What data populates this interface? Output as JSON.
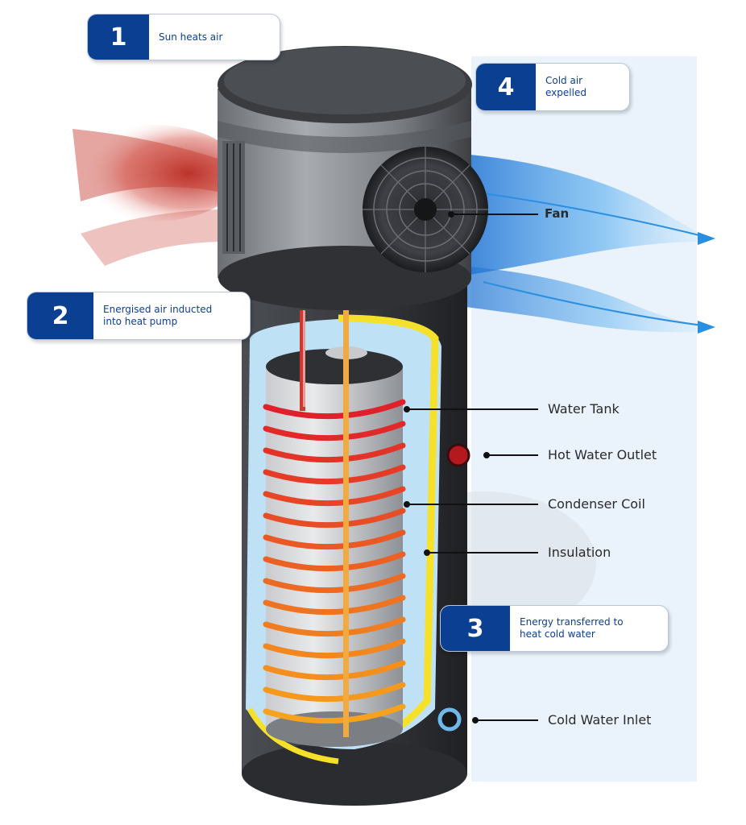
{
  "steps": [
    {
      "number": "1",
      "text": "Sun heats air"
    },
    {
      "number": "2",
      "text": "Energised air inducted\ninto heat pump"
    },
    {
      "number": "3",
      "text": "Energy transferred to\nheat cold water"
    },
    {
      "number": "4",
      "text": "Cold air\nexpelled"
    }
  ],
  "labels": {
    "fan": "Fan",
    "water_tank": "Water Tank",
    "hot_water_outlet": "Hot Water Outlet",
    "condenser_coil": "Condenser Coil",
    "insulation": "Insulation",
    "cold_water_inlet": "Cold Water Inlet"
  },
  "colors": {
    "step_badge": "#0b3f91",
    "hot_air": "#c0392b",
    "cold_air": "#2a8fe0",
    "insulation": "#f5e12a",
    "coil_hot": "#e0202a",
    "coil_warm": "#f7a21c"
  }
}
